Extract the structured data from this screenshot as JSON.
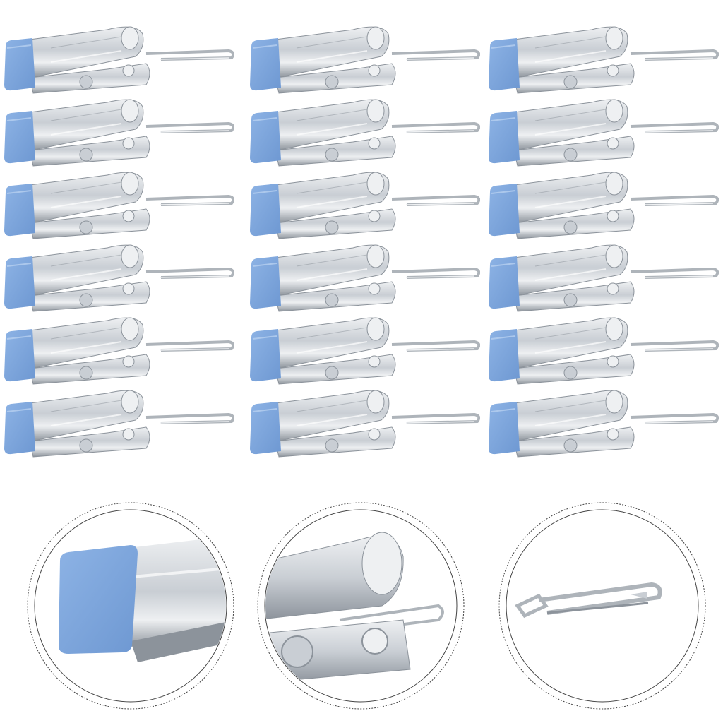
{
  "product": {
    "grid": {
      "rows": 6,
      "columns": 3
    },
    "clip_count": 18
  },
  "colors": {
    "background": "#ffffff",
    "cap_blue": "#8db3e5",
    "cap_blue_dark": "#6e98d2",
    "steel_light": "#eef0f2",
    "steel_mid": "#c9ced4",
    "steel_dark": "#8c939b",
    "hook": "#aeb4ba",
    "circle_outline": "#444444"
  },
  "details": [
    {
      "name": "detail-blue-cap"
    },
    {
      "name": "detail-spring-hinge"
    },
    {
      "name": "detail-swivel-hook"
    }
  ]
}
